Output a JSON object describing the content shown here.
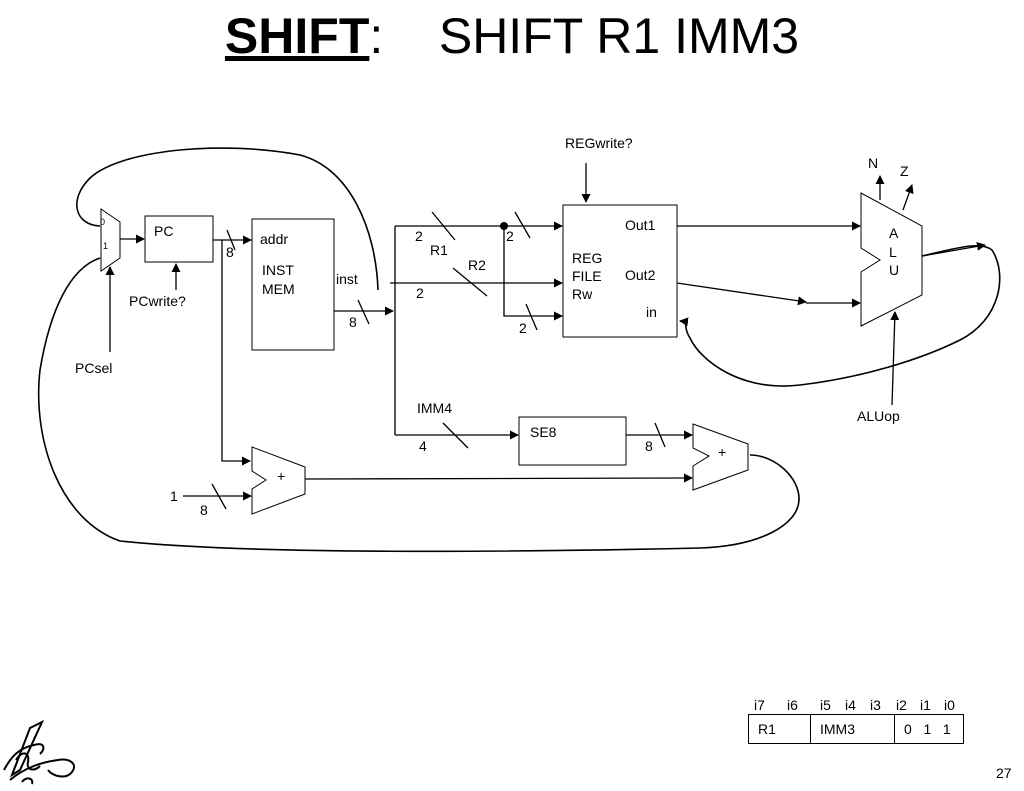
{
  "title": {
    "keyword": "SHIFT",
    "separator": ":",
    "instruction": "SHIFT R1 IMM3"
  },
  "labels": {
    "regwrite": "REGwrite?",
    "pc": "PC",
    "pcwrite": "PCwrite?",
    "pcsel": "PCsel",
    "mux_in0": "0",
    "mux_in1": "1",
    "addr": "addr",
    "inst": "INST",
    "mem": "MEM",
    "inst_bus": "inst",
    "reg": "REG",
    "file": "FILE",
    "rw": "Rw",
    "out1": "Out1",
    "out2": "Out2",
    "in": "in",
    "r1": "R1",
    "r2": "R2",
    "imm4": "IMM4",
    "se8": "SE8",
    "alu_a": "A",
    "alu_l": "L",
    "alu_u": "U",
    "n_flag": "N",
    "z_flag": "Z",
    "aluop": "ALUop",
    "plus": "+",
    "one": "1"
  },
  "widths": {
    "pc_bus": "8",
    "inst_bus": "8",
    "r1_a": "2",
    "r1_b": "2",
    "r2": "2",
    "rw": "2",
    "imm": "4",
    "se8": "8",
    "one": "8"
  },
  "encoding": {
    "bit_labels": [
      "i7",
      "i6",
      "i5",
      "i4",
      "i3",
      "i2",
      "i1",
      "i0"
    ],
    "fields": [
      "R1",
      "IMM3",
      "0   1   1"
    ]
  },
  "page_number": "27"
}
